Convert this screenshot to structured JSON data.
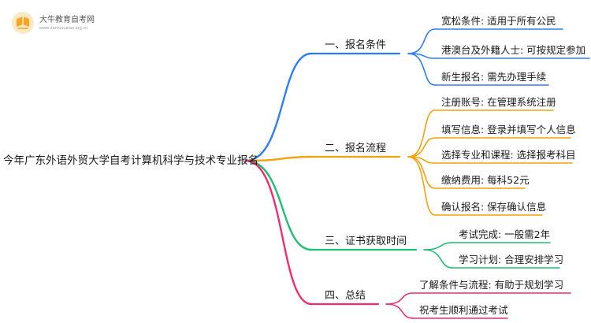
{
  "header": {
    "site_name": "大牛教育自考网",
    "site_url": "www.daniuxueiao.org.cn",
    "logo_icon": "book-logo-icon"
  },
  "mindmap": {
    "root": "今年广东外语外贸大学自考计算机科学与技术专业报名",
    "branches": [
      {
        "label": "一、报名条件",
        "color": "#2f7df6",
        "children": [
          "宽松条件: 适用于所有公民",
          "港澳台及外籍人士: 可按规定参加",
          "新生报名: 需先办理手续"
        ]
      },
      {
        "label": "二、报名流程",
        "color": "#f2a20c",
        "children": [
          "注册账号: 在管理系统注册",
          "填写信息: 登录并填写个人信息",
          "选择专业和课程: 选择报考科目",
          "缴纳费用: 每科52元",
          "确认报名: 保存确认信息"
        ]
      },
      {
        "label": "三、证书获取时间",
        "color": "#1fbf72",
        "children": [
          "考试完成: 一般需2年",
          "学习计划: 合理安排学习"
        ]
      },
      {
        "label": "四、总结",
        "color": "#ef2d6d",
        "children": [
          "了解条件与流程: 有助于规划学习",
          "祝考生顺利通过考试"
        ]
      }
    ]
  }
}
